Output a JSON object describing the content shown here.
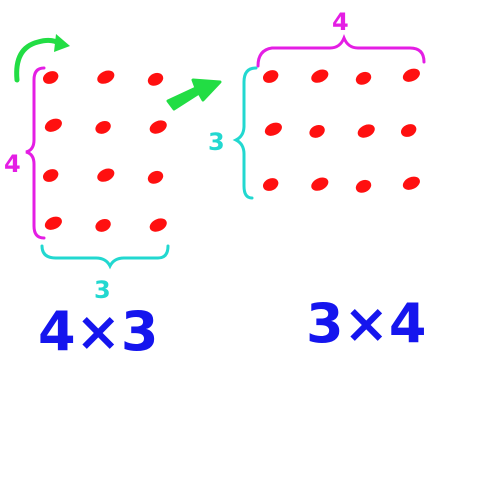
{
  "colors": {
    "dots": "#ff1010",
    "rows_bracket": "#e41ee4",
    "cols_bracket": "#22d8d0",
    "curve_arrow": "#22dd44",
    "block_arrow": "#22dd44",
    "equation": "#1515ee"
  },
  "left_array": {
    "rows": 4,
    "cols": 3,
    "rows_label": "4",
    "cols_label": "3",
    "equation": "4×3"
  },
  "right_array": {
    "rows": 3,
    "cols": 4,
    "rows_label": "3",
    "cols_label": "4",
    "equation": "3×4"
  },
  "icons": [
    "curved-rotate-arrow-icon",
    "block-arrow-icon"
  ]
}
